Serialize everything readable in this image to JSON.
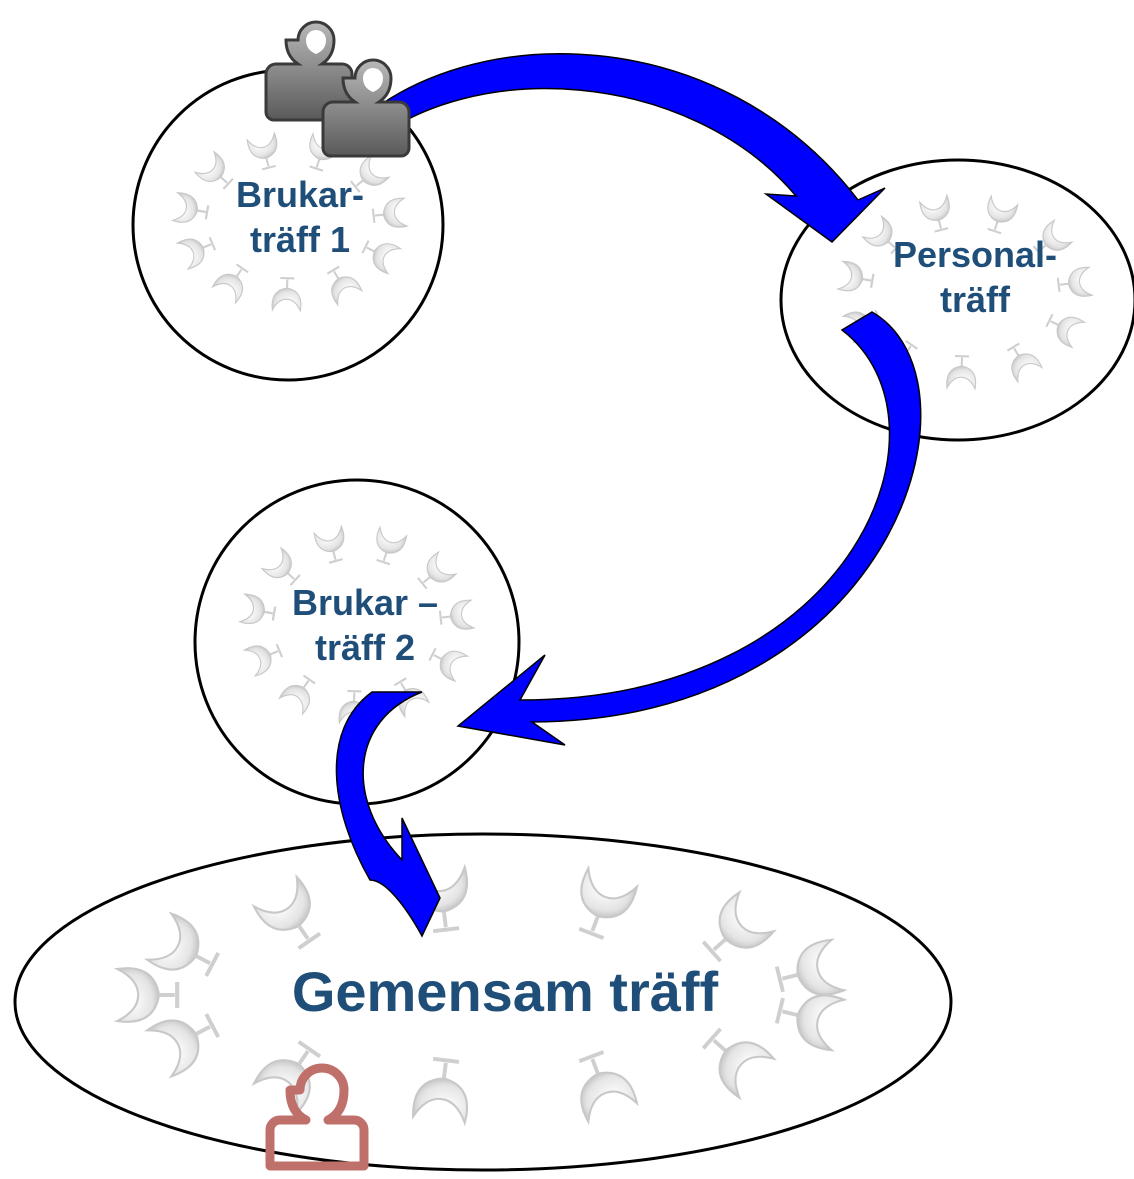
{
  "colors": {
    "label_text": "#1F4E79",
    "arrow_fill": "#0000FF",
    "arrow_stroke": "#000000",
    "circle_stroke": "#000000",
    "chair": "#E0E0E0",
    "group_icon": "#808080",
    "person_icon": "#C0706A"
  },
  "nodes": {
    "brukar1": {
      "line1": "Brukar-",
      "line2": "träff 1",
      "icon": "chair-circle"
    },
    "personal": {
      "line1": "Personal-",
      "line2": "träff",
      "icon": "chair-circle"
    },
    "brukar2": {
      "line1": "Brukar –",
      "line2": "träff 2",
      "icon": "chair-circle"
    },
    "gemensam": {
      "line1": "Gemensam träff",
      "icon": "chair-circle"
    }
  },
  "icons": {
    "group": "group-people-icon",
    "person": "person-icon"
  },
  "edges": [
    {
      "from": "brukar1",
      "to": "personal"
    },
    {
      "from": "personal",
      "to": "brukar2"
    },
    {
      "from": "brukar2",
      "to": "gemensam"
    }
  ]
}
